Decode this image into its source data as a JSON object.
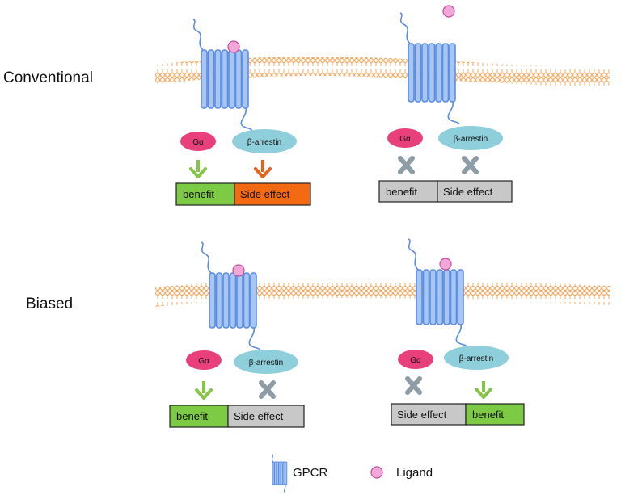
{
  "rows": {
    "conventional": {
      "label": "Conventional"
    },
    "biased": {
      "label": "Biased"
    }
  },
  "panels": {
    "conv_left": {
      "g_alpha": "Gα",
      "arrestin": "β-arrestin",
      "box_left": "benefit",
      "box_right": "Side effect",
      "ligand_bound": true
    },
    "conv_right": {
      "g_alpha": "Gα",
      "arrestin": "β-arrestin",
      "box_left": "benefit",
      "box_right": "Side effect",
      "ligand_bound": false
    },
    "biased_left": {
      "g_alpha": "Gα",
      "arrestin": "β-arrestin",
      "box_left": "benefit",
      "box_right": "Side effect",
      "ligand_bound": true
    },
    "biased_right": {
      "g_alpha": "Gα",
      "arrestin": "β-arrestin",
      "box_left": "Side effect",
      "box_right": "benefit",
      "ligand_bound": true
    }
  },
  "legend": {
    "gpcr": "GPCR",
    "ligand": "Ligand"
  },
  "colors": {
    "membrane": "#f0a050",
    "receptor": "#5b8de0",
    "receptor_fill": "#a9c6f2",
    "ligand": "#f3a6d8",
    "ligand_stroke": "#c0509e",
    "g_alpha": "#e8407a",
    "arrestin": "#8fcfdc",
    "benefit": "#7dcb45",
    "side_effect_active": "#f46a10",
    "inactive": "#c8c8c8",
    "arrow_green": "#86c44a",
    "arrow_orange": "#e2631c",
    "cross": "#8e9ca6"
  }
}
